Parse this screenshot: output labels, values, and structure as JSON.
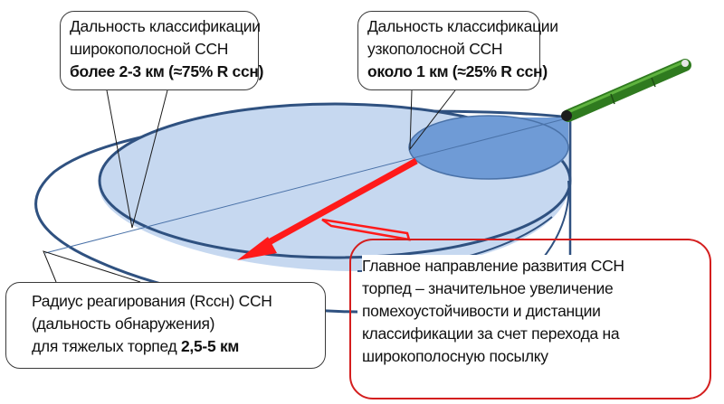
{
  "diagram": {
    "title": "Torpedo homing system (ССН) ranges",
    "colors": {
      "outer_ellipse_stroke": "#2f5180",
      "wide_zone_fill": "#c6d8f0",
      "narrow_zone_fill": "#6f9bd6",
      "arrow": "#ff1a1a",
      "main_callout_border": "#d41e1e",
      "callout_border": "#3a3a3a",
      "torpedo": "#2f7a1f"
    },
    "callouts": {
      "wide": {
        "line1": "Дальность классификации",
        "line2": "широкополосной ССН",
        "line3": "более 2-3 км (≈75% R ссн)"
      },
      "narrow": {
        "line1": "Дальность классификации",
        "line2": "узкополосной ССН",
        "line3": "около 1 км (≈25% R ссн)"
      },
      "radius": {
        "line1": "Радиус реагирования (Rссн) ССН",
        "line2": "(дальность обнаружения)",
        "line3_prefix": "для тяжелых торпед ",
        "line3_value": "2,5-5 км"
      },
      "main": {
        "line1": "Главное направление развития ССН",
        "line2": "торпед – значительное увеличение",
        "line3": "помехоустойчивости и  дистанции",
        "line4": "классификации за счет перехода на",
        "line5": "широкополосную посылку"
      }
    },
    "nodes": [
      {
        "id": "outer-ellipse",
        "label": "Радиус реагирования (Rссн) ССН"
      },
      {
        "id": "wide-zone",
        "label": "Дальность классификации широкополосной ССН"
      },
      {
        "id": "narrow-zone",
        "label": "Дальность классификации узкополосной ССН"
      },
      {
        "id": "torpedo",
        "label": "torpedo"
      }
    ],
    "edges": [
      {
        "from": "narrow-zone",
        "to": "wide-zone",
        "label": "Главное направление развития ССН",
        "style": "red-arrow"
      }
    ]
  }
}
